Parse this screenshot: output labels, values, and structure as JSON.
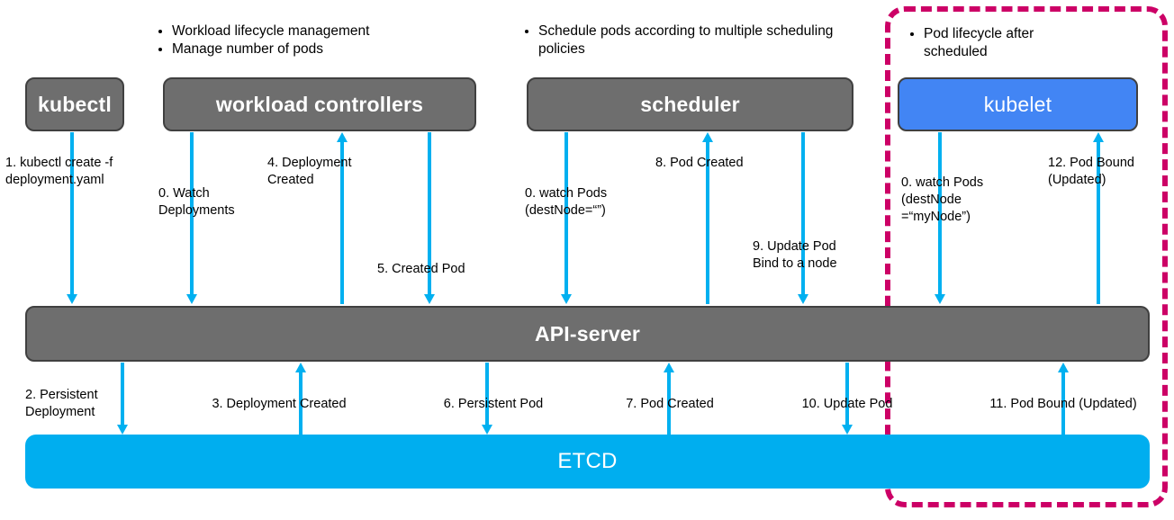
{
  "diagram": {
    "title": "Kubernetes pod creation flow",
    "colors": {
      "component_gray": "#6e6e6e",
      "kubelet_blue": "#4285f4",
      "etcd_cyan": "#00aeef",
      "arrow_blue": "#00b0f0",
      "region_magenta": "#cc0066"
    }
  },
  "components": {
    "kubectl": "kubectl",
    "workload_controllers": "workload controllers",
    "scheduler": "scheduler",
    "kubelet": "kubelet",
    "api_server": "API-server",
    "etcd": "ETCD"
  },
  "notes": {
    "workload_controllers": [
      "Workload lifecycle management",
      "Manage number of pods"
    ],
    "scheduler": [
      "Schedule pods according to multiple scheduling policies"
    ],
    "kubelet": [
      "Pod lifecycle after scheduled"
    ]
  },
  "steps": {
    "s1": "1. kubectl create -f\ndeployment.yaml",
    "s0_watch_deployments": "0. Watch\nDeployments",
    "s4": "4. Deployment\nCreated",
    "s5": "5. Created Pod",
    "s0_watch_pods_scheduler": "0. watch Pods\n(destNode=“”)",
    "s8": "8. Pod Created",
    "s9": "9. Update Pod\nBind to a node",
    "s0_watch_pods_kubelet": "0. watch Pods\n(destNode\n=“myNode”)",
    "s12": "12. Pod Bound\n(Updated)",
    "s2": "2. Persistent\nDeployment",
    "s3": "3. Deployment Created",
    "s6": "6. Persistent Pod",
    "s7": "7. Pod Created",
    "s10": "10. Update Pod",
    "s11": "11. Pod Bound (Updated)"
  }
}
